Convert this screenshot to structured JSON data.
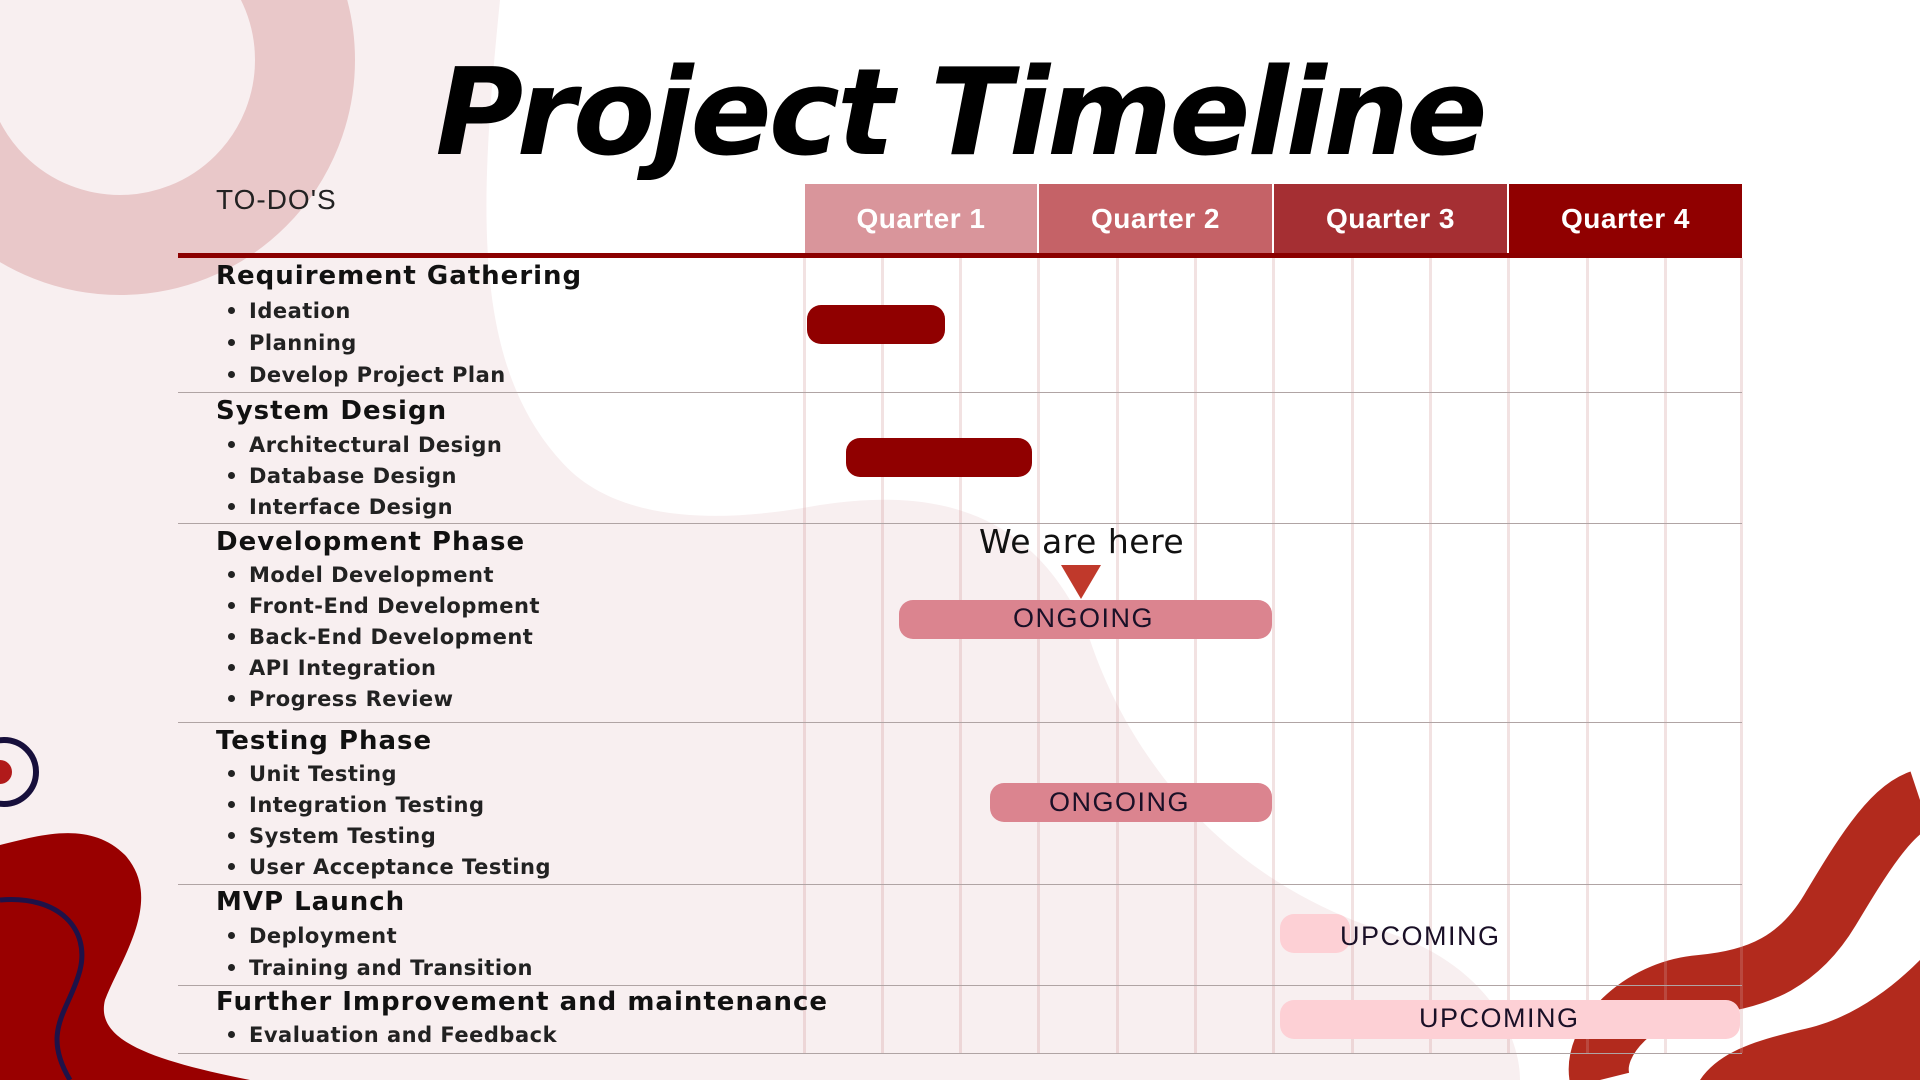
{
  "title": "Project Timeline",
  "todo_header": "TO-DO'S",
  "quarters": [
    "Quarter 1",
    "Quarter 2",
    "Quarter 3",
    "Quarter 4"
  ],
  "colors": {
    "q1": "#d9959b",
    "q2": "#c56267",
    "q3": "#a52f33",
    "q4": "#900000",
    "active_bar": "#900000",
    "ongoing_bar": "#db848f",
    "upcoming_bar": "#fdd0d5",
    "marker": "#c0392b"
  },
  "phases": [
    {
      "name": "Requirement Gathering",
      "tasks": [
        "Ideation",
        "Planning",
        "Develop Project Plan"
      ]
    },
    {
      "name": "System Design",
      "tasks": [
        "Architectural Design",
        "Database Design",
        "Interface Design"
      ]
    },
    {
      "name": "Development Phase",
      "tasks": [
        "Model Development",
        "Front-End Development",
        "Back-End Development",
        "API Integration",
        "Progress Review"
      ]
    },
    {
      "name": "Testing Phase",
      "tasks": [
        "Unit Testing",
        "Integration Testing",
        "System Testing",
        "User Acceptance Testing"
      ]
    },
    {
      "name": "MVP Launch",
      "tasks": [
        "Deployment",
        "Training and Transition"
      ]
    },
    {
      "name": "Further Improvement and maintenance",
      "tasks": [
        "Evaluation and Feedback"
      ]
    }
  ],
  "bars": [
    {
      "status": ""
    },
    {
      "status": ""
    },
    {
      "status": "ONGOING"
    },
    {
      "status": "ONGOING"
    },
    {
      "status": "UPCOMING"
    },
    {
      "status": "UPCOMING"
    }
  ],
  "marker_label": "We are here"
}
